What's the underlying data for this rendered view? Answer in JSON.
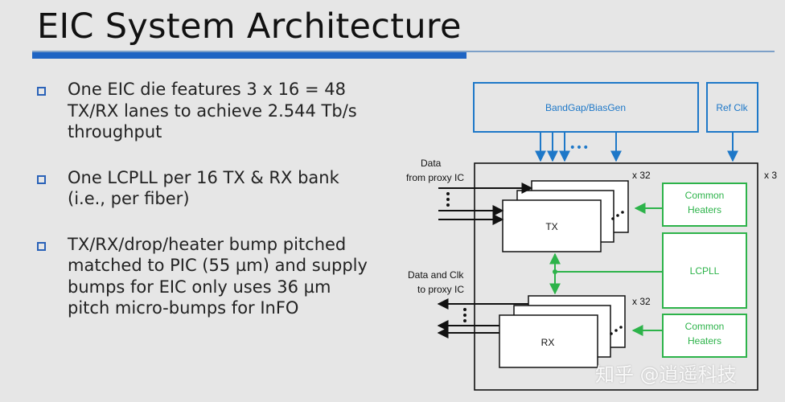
{
  "title": "EIC System Architecture",
  "bullets": [
    "One EIC die features 3 x 16 = 48 TX/RX lanes to achieve 2.544 Tb/s throughput",
    "One LCPLL per 16 TX & RX bank (i.e., per fiber)",
    "TX/RX/drop/heater bump pitched matched to PIC (55 µm) and supply bumps for EIC only uses 36 µm pitch micro-bumps for InFO"
  ],
  "diagram": {
    "bandgap": "BandGap/BiasGen",
    "refclk": "Ref Clk",
    "dots_h": "•••",
    "x3": "x 3",
    "x32_tx": "x 32",
    "x32_rx": "x 32",
    "data_in_1": "Data",
    "data_in_2": "from proxy IC",
    "data_out_1": "Data and Clk",
    "data_out_2": "to proxy IC",
    "tx": "TX",
    "rx": "RX",
    "common_heaters_1a": "Common",
    "common_heaters_1b": "Heaters",
    "lcpll": "LCPLL",
    "common_heaters_2a": "Common",
    "common_heaters_2b": "Heaters"
  },
  "watermark": "知乎 @逍遥科技",
  "colors": {
    "blue": "#1e78c8",
    "green": "#2db34a",
    "accent": "#1e64c3"
  }
}
